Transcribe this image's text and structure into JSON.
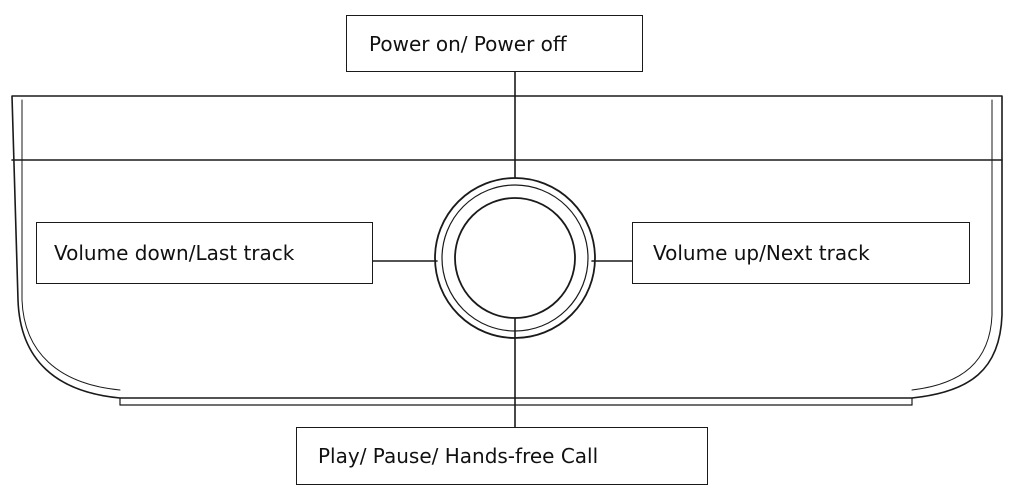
{
  "labels": {
    "power": "Power on/ Power off",
    "volume_down": "Volume down/Last track",
    "volume_up": "Volume up/Next track",
    "play": "Play/ Pause/ Hands-free Call"
  }
}
